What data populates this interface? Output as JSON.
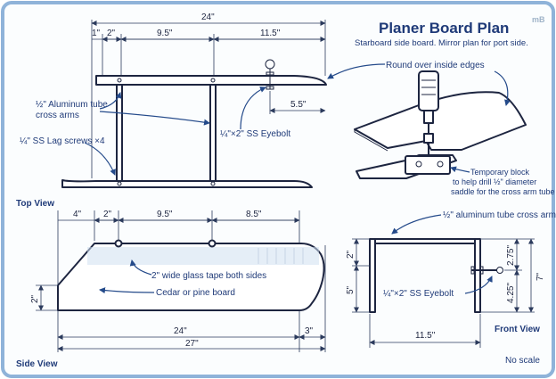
{
  "title": "Planer Board Plan",
  "subtitle": "Starboard side board. Mirror plan for port side.",
  "logo": "mB",
  "views": {
    "top": "Top View",
    "side": "Side View",
    "front": "Front View",
    "scale": "No scale"
  },
  "top_dims": {
    "overall": "24\"",
    "d1": "1\"",
    "d2": "2\"",
    "d3": "9.5\"",
    "d4": "11.5\"",
    "eyebolt_offset": "5.5\""
  },
  "side_dims": {
    "d1": "4\"",
    "d2": "2\"",
    "d3": "9.5\"",
    "d4": "8.5\"",
    "bottom_24": "24\"",
    "bottom_3": "3\"",
    "overall": "27\"",
    "left_2": "2\""
  },
  "front_dims": {
    "h2": "2\"",
    "h5": "5\"",
    "r275": "2.75\"",
    "r425": "4.25\"",
    "r7": "7\"",
    "width": "11.5\""
  },
  "labels": {
    "aluminum_tube": "½\" Aluminum tube cross arms",
    "lag_screws": "¼\" SS Lag screws ×4",
    "eyebolt_top": "¼\"×2\" SS Eyebolt",
    "round_over": "Round over inside edges",
    "temp_block": "Temporary block to help drill ½\" diameter saddle for the cross arm tube",
    "glass_tape": "2\" wide glass tape both sides",
    "cedar": "Cedar or pine board",
    "cross_arm_front": "½\" aluminum tube cross arm",
    "eyebolt_front": "¼\"×2\" SS Eyebolt"
  }
}
